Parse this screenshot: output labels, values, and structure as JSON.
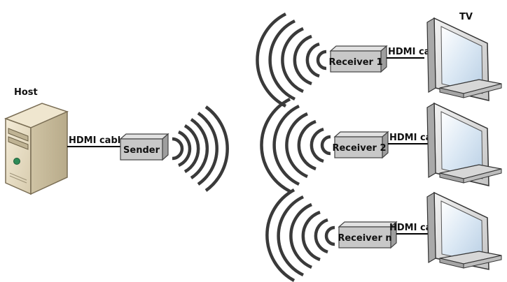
{
  "labels": {
    "host": "Host",
    "tv": "TV",
    "sender_cable": "HDMI cable",
    "receiver1_cable": "HDMI cable",
    "receiver2_cable": "HDMI cable",
    "receivern_cable": "HDMI cable"
  },
  "devices": {
    "sender": "Sender",
    "receiver1": "Receiver 1",
    "receiver2": "Receiver 2",
    "receivern": "Receiver n"
  },
  "icons": {
    "host": "desktop-tower-icon",
    "tv": "monitor-icon",
    "signal": "wireless-waves-icon"
  },
  "colors": {
    "box_fill": "#c8c8c8",
    "box_stroke": "#444444",
    "waves": "#3a3a3a",
    "cable": "#000000"
  }
}
